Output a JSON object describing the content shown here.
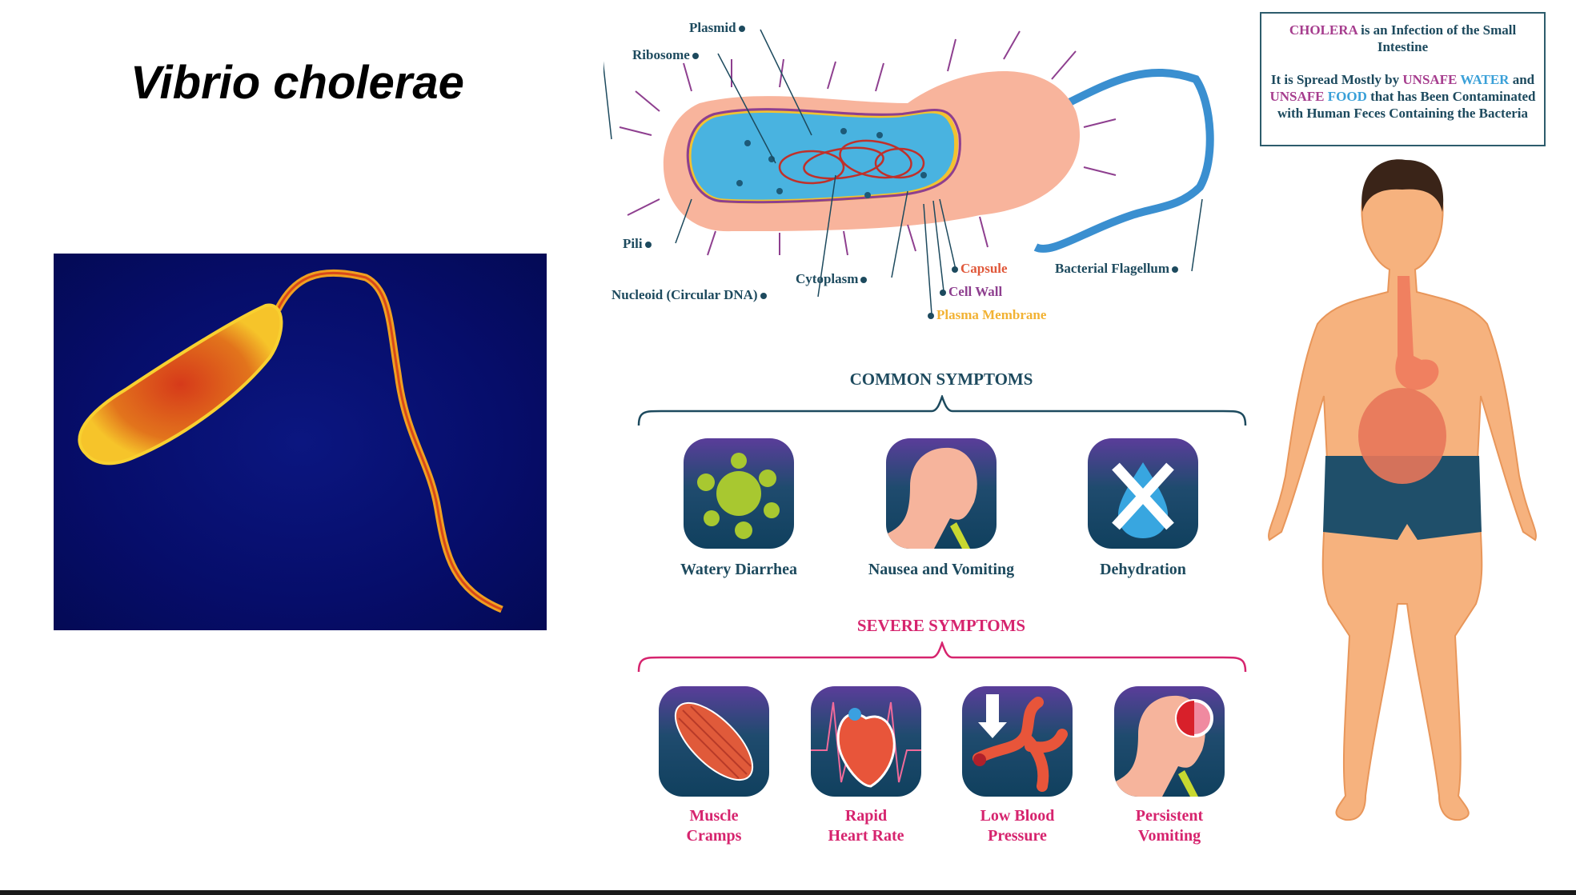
{
  "title": "Vibrio cholerae",
  "diagram_labels": {
    "plasmid": "Plasmid",
    "ribosome": "Ribosome",
    "pili": "Pili",
    "nucleoid": "Nucleoid (Circular DNA)",
    "cytoplasm": "Cytoplasm",
    "capsule": "Capsule",
    "cell_wall": "Cell Wall",
    "plasma_membrane": "Plasma Membrane",
    "flagellum": "Bacterial Flagellum"
  },
  "info": {
    "cholera": "CHOLERA",
    "line1": " is an Infection of the Small Intestine",
    "line2a": "It is Spread Mostly by ",
    "unsafe1": "UNSAFE",
    "water": " WATER",
    "and": " and ",
    "unsafe2": "UNSAFE",
    "food": " FOOD",
    "line2b": " that has Been Contaminated with Human Feces Containing the Bacteria"
  },
  "common": {
    "heading": "COMMON SYMPTOMS",
    "items": [
      {
        "label": "Watery Diarrhea",
        "icon": "splash-icon"
      },
      {
        "label": "Nausea and Vomiting",
        "icon": "vomiting-head-icon"
      },
      {
        "label": "Dehydration",
        "icon": "no-water-drop-icon"
      }
    ]
  },
  "severe": {
    "heading": "SEVERE SYMPTOMS",
    "items": [
      {
        "l1": "Muscle",
        "l2": "Cramps",
        "icon": "muscle-icon"
      },
      {
        "l1": "Rapid",
        "l2": "Heart Rate",
        "icon": "heart-icon"
      },
      {
        "l1": "Low Blood",
        "l2": "Pressure",
        "icon": "artery-icon"
      },
      {
        "l1": "Persistent",
        "l2": "Vomiting",
        "icon": "clock-head-icon"
      }
    ]
  },
  "colors": {
    "teal": "#1d4a5e",
    "pink": "#d6246e",
    "purple": "#8e3f8f",
    "capsule": "#e0583a",
    "membrane": "#f2b233"
  }
}
